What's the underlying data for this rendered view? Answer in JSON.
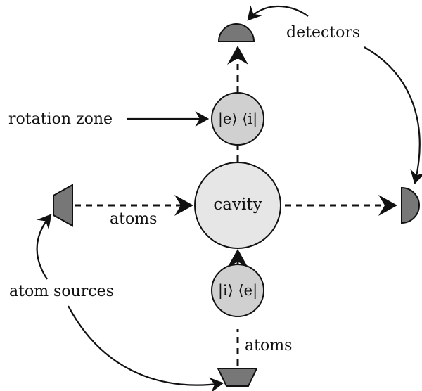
{
  "labels": {
    "detectors": "detectors",
    "rotation_zone": "rotation zone",
    "atoms_horizontal": "atoms",
    "atom_sources": "atom sources",
    "atoms_vertical": "atoms"
  },
  "nodes": {
    "cavity": "cavity",
    "top_zone": "|e⟩ ⟨i|",
    "bottom_zone": "|i⟩ ⟨e|"
  },
  "colors": {
    "device_fill": "#777777",
    "zone_fill": "#d0d0d0",
    "cavity_fill": "#e6e6e6",
    "stroke": "#111111"
  }
}
